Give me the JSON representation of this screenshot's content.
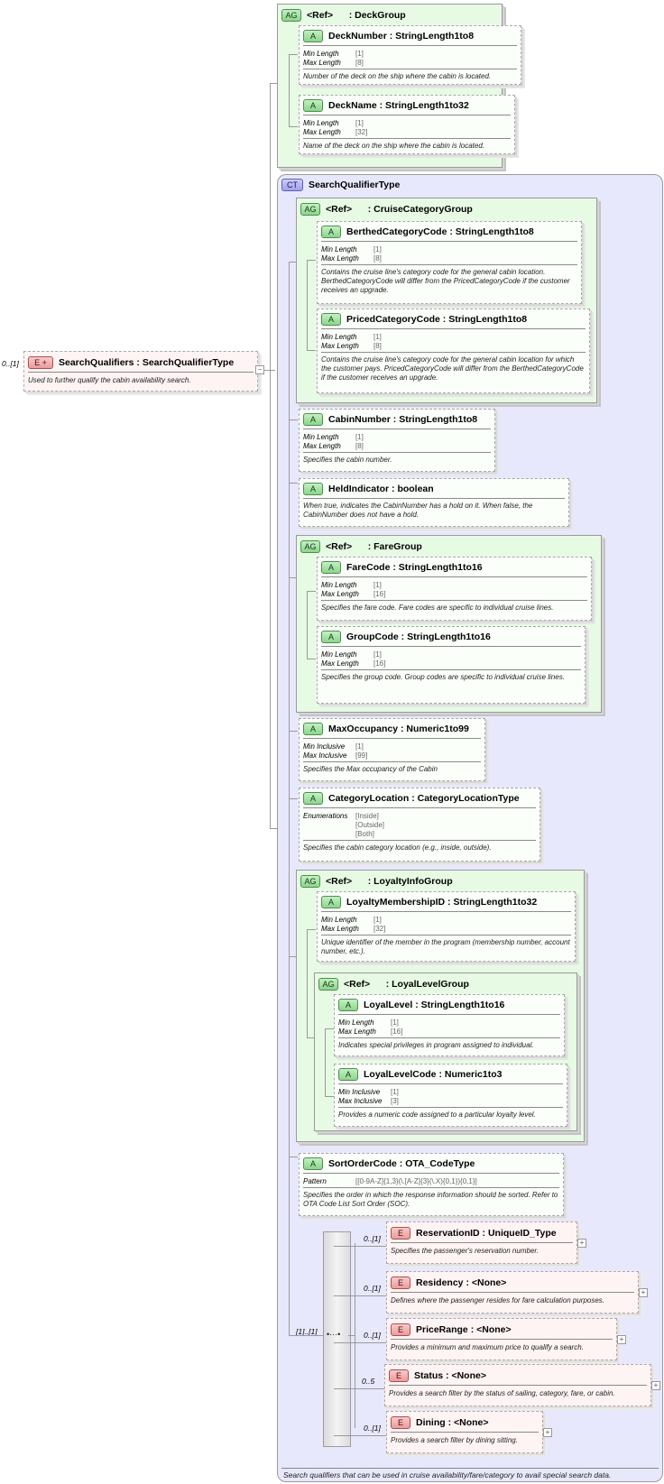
{
  "root": {
    "multiplicity": "0..[1]",
    "badge": "E",
    "name": "SearchQualifiers",
    "type": "SearchQualifierType",
    "doc": "Used to further qualify the cabin availability search."
  },
  "deck_group": {
    "badge": "AG",
    "ref": "<Ref>",
    "name": "DeckGroup",
    "attrs": [
      {
        "name": "DeckNumber",
        "type": "StringLength1to8",
        "facets": [
          {
            "name": "Min Length",
            "values": [
              "[1]"
            ]
          },
          {
            "name": "Max Length",
            "values": [
              "[8]"
            ]
          }
        ],
        "doc": "Number of the deck on the ship where the cabin is located."
      },
      {
        "name": "DeckName",
        "type": "StringLength1to32",
        "facets": [
          {
            "name": "Min Length",
            "values": [
              "[1]"
            ]
          },
          {
            "name": "Max Length",
            "values": [
              "[32]"
            ]
          }
        ],
        "doc": "Name of the deck on the ship where the cabin is located."
      }
    ]
  },
  "complex_type": {
    "badge": "CT",
    "name": "SearchQualifierType",
    "doc": "Search qualifiers that can be used in cruise availability/fare/category to avail special search data."
  },
  "cruise_category_group": {
    "badge": "AG",
    "ref": "<Ref>",
    "name": "CruiseCategoryGroup",
    "attrs": [
      {
        "name": "BerthedCategoryCode",
        "type": "StringLength1to8",
        "facets": [
          {
            "name": "Min Length",
            "values": [
              "[1]"
            ]
          },
          {
            "name": "Max Length",
            "values": [
              "[8]"
            ]
          }
        ],
        "doc": "Contains the cruise line's category code for the general cabin location. BerthedCategoryCode will differ from the PricedCategoryCode if the customer receives an upgrade."
      },
      {
        "name": "PricedCategoryCode",
        "type": "StringLength1to8",
        "facets": [
          {
            "name": "Min Length",
            "values": [
              "[1]"
            ]
          },
          {
            "name": "Max Length",
            "values": [
              "[8]"
            ]
          }
        ],
        "doc": "Contains the cruise line's category code for the general cabin location for which the customer pays.  PricedCategoryCode will differ from the BerthedCategoryCode if the customer receives an upgrade."
      }
    ]
  },
  "cabin_number": {
    "name": "CabinNumber",
    "type": "StringLength1to8",
    "facets": [
      {
        "name": "Min Length",
        "values": [
          "[1]"
        ]
      },
      {
        "name": "Max Length",
        "values": [
          "[8]"
        ]
      }
    ],
    "doc": "Specifies the cabin number."
  },
  "held_indicator": {
    "name": "HeldIndicator",
    "type": "boolean",
    "doc": "When true, indicates the CabinNumber has a hold on it. When false, the CabinNumber does not have a hold."
  },
  "fare_group": {
    "badge": "AG",
    "ref": "<Ref>",
    "name": "FareGroup",
    "attrs": [
      {
        "name": "FareCode",
        "type": "StringLength1to16",
        "facets": [
          {
            "name": "Min Length",
            "values": [
              "[1]"
            ]
          },
          {
            "name": "Max Length",
            "values": [
              "[16]"
            ]
          }
        ],
        "doc": "Specifies the fare code.  Fare codes are specific to individual cruise lines."
      },
      {
        "name": "GroupCode",
        "type": "StringLength1to16",
        "facets": [
          {
            "name": "Min Length",
            "values": [
              "[1]"
            ]
          },
          {
            "name": "Max Length",
            "values": [
              "[16]"
            ]
          }
        ],
        "doc": "Specifies the group code.   Group codes are specific to individual cruise lines."
      }
    ]
  },
  "max_occupancy": {
    "name": "MaxOccupancy",
    "type": "Numeric1to99",
    "facets": [
      {
        "name": "Min Inclusive",
        "values": [
          "[1]"
        ]
      },
      {
        "name": "Max Inclusive",
        "values": [
          "[99]"
        ]
      }
    ],
    "doc": "Specifies the Max occupancy  of the Cabin"
  },
  "category_location": {
    "name": "CategoryLocation",
    "type": "CategoryLocationType",
    "facets": [
      {
        "name": "Enumerations",
        "values": [
          "[Inside]",
          "[Outside]",
          "[Both]"
        ]
      }
    ],
    "doc": "Specifies the cabin category location (e.g., inside, outside)."
  },
  "loyalty_info_group": {
    "badge": "AG",
    "ref": "<Ref>",
    "name": "LoyaltyInfoGroup",
    "membership": {
      "name": "LoyaltyMembershipID",
      "type": "StringLength1to32",
      "facets": [
        {
          "name": "Min Length",
          "values": [
            "[1]"
          ]
        },
        {
          "name": "Max Length",
          "values": [
            "[32]"
          ]
        }
      ],
      "doc": "Unique identifier of the member in the program (membership number, account number, etc.)."
    },
    "loyal_level_group": {
      "badge": "AG",
      "ref": "<Ref>",
      "name": "LoyalLevelGroup",
      "attrs": [
        {
          "name": "LoyalLevel",
          "type": "StringLength1to16",
          "facets": [
            {
              "name": "Min Length",
              "values": [
                "[1]"
              ]
            },
            {
              "name": "Max Length",
              "values": [
                "[16]"
              ]
            }
          ],
          "doc": "Indicates special privileges in program assigned to individual."
        },
        {
          "name": "LoyalLevelCode",
          "type": "Numeric1to3",
          "facets": [
            {
              "name": "Min Inclusive",
              "values": [
                "[1]"
              ]
            },
            {
              "name": "Max Inclusive",
              "values": [
                "[3]"
              ]
            }
          ],
          "doc": "Provides a numeric code assigned to a particular loyalty level."
        }
      ]
    }
  },
  "sort_order_code": {
    "name": "SortOrderCode",
    "type": "OTA_CodeType",
    "facets": [
      {
        "name": "Pattern",
        "values": [
          "[[0-9A-Z]{1,3}(\\.[A-Z]{3}(\\.X){0,1}){0,1}]"
        ]
      }
    ],
    "doc": "Specifies the order in which the response information should be sorted. Refer to OTA Code List Sort Order (SOC)."
  },
  "sequence": {
    "multiplicity": "[1]..[1]",
    "icon": "sequence-icon"
  },
  "elements": [
    {
      "multiplicity": "0..[1]",
      "name": "ReservationID",
      "type": "UniqueID_Type",
      "doc": "Specifies the passenger's reservation number."
    },
    {
      "multiplicity": "0..[1]",
      "name": "Residency",
      "type": "<None>",
      "doc": "Defines where the passenger resides for fare calculation purposes."
    },
    {
      "multiplicity": "0..[1]",
      "name": "PriceRange",
      "type": "<None>",
      "doc": "Provides a minimum and maximum price to qualify a search."
    },
    {
      "multiplicity": "0..5",
      "name": "Status",
      "type": "<None>",
      "doc": "Provides a search filter by the status of sailing, category, fare, or cabin."
    },
    {
      "multiplicity": "0..[1]",
      "name": "Dining",
      "type": "<None>",
      "doc": "Provides a search filter by dining sitting."
    }
  ],
  "labels": {
    "attr_badge": "A",
    "elem_badge": "E",
    "colon": ":",
    "expand": "+",
    "collapse": "−"
  },
  "colors": {
    "complex_type_bg": "#e8e8fd",
    "group_bg": "#e7fbe4",
    "element_bg": "#fff4f4"
  }
}
